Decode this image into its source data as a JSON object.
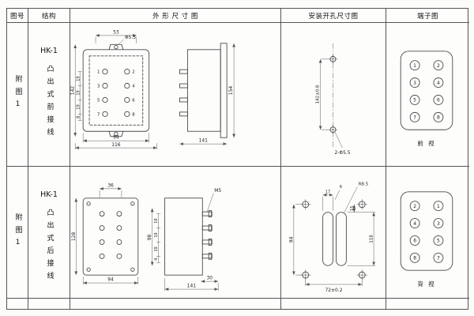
{
  "header": {
    "fig_no": "图号",
    "structure": "结构",
    "outline": "外 形 尺 寸 图",
    "mounting": "安装开孔尺寸图",
    "terminal": "端子图"
  },
  "row1": {
    "fig_label": "附图1",
    "model": "HK-1",
    "structure_desc": "凸出式前接线",
    "outline": {
      "dim_53": "53",
      "dim_hole": "Φ5.5",
      "dim_142": "142",
      "pitch": [
        "19",
        "19",
        "19"
      ],
      "dim_8": "8",
      "dim_94": "94",
      "dim_116": "116",
      "dim_154": "154",
      "dim_141": "141",
      "terminals": [
        "1",
        "2",
        "3",
        "4",
        "5",
        "6",
        "7",
        "8"
      ]
    },
    "mounting": {
      "dim_span": "142±0.8",
      "holes_label": "2-Φ5.5"
    },
    "terminal": {
      "numbers": [
        "1",
        "2",
        "3",
        "4",
        "5",
        "6",
        "7",
        "8"
      ],
      "view_label": "前 视"
    }
  },
  "row2": {
    "fig_label": "附图1",
    "model": "HK-1",
    "structure_desc": "凸出式后接线",
    "outline": {
      "dim_36": "36",
      "dim_128": "128",
      "dim_94": "94",
      "stud_label": "M5",
      "dim_98": "98",
      "pitch": [
        "19",
        "19",
        "19"
      ],
      "dim_4": "4",
      "dim_30": "30",
      "dim_141": "141"
    },
    "mounting": {
      "dim_17": "17",
      "dim_6": "6",
      "dim_15": "15",
      "radius_label": "R8.5",
      "dim_94": "94",
      "dim_118": "118",
      "dim_72": "72±0.2"
    },
    "terminal": {
      "numbers": [
        "2",
        "1",
        "4",
        "3",
        "6",
        "5",
        "8",
        "7"
      ],
      "view_label": "背 视"
    }
  }
}
